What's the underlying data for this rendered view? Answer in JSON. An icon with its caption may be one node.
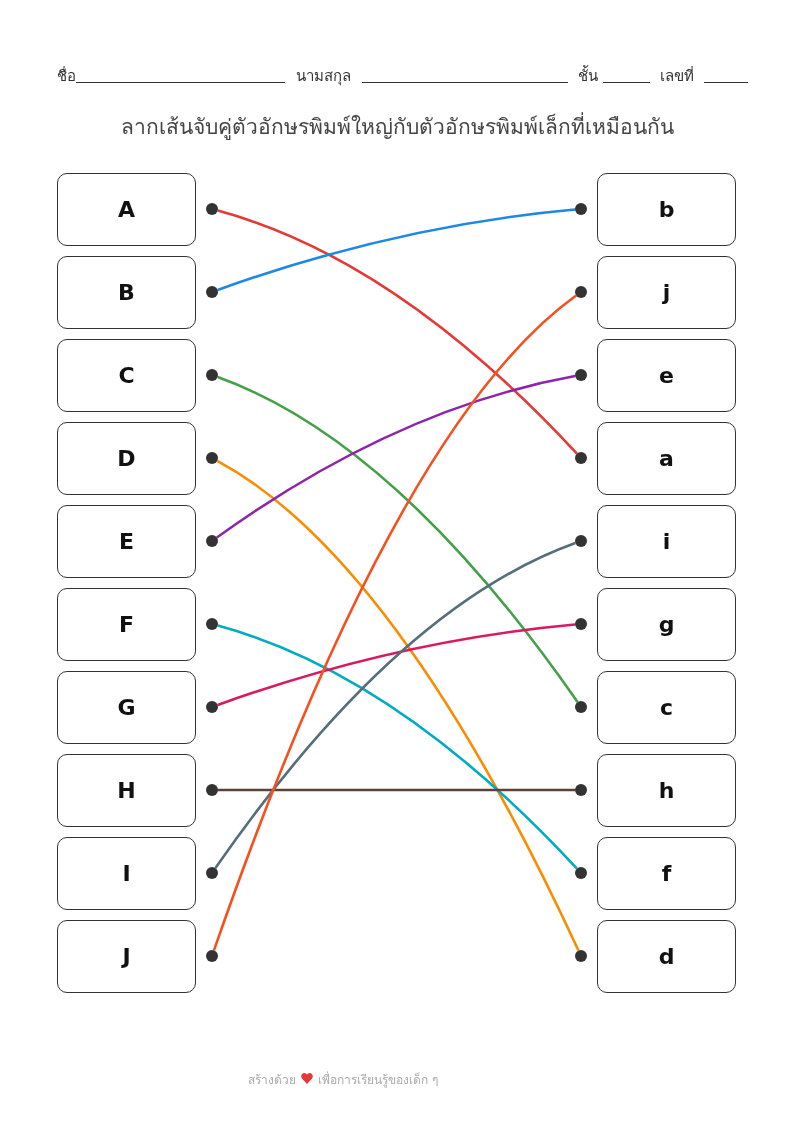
{
  "diagram": {
    "title": "ลากเส้นจับคู่ตัวอักษรพิมพ์ใหญ่กับตัวอักษรพิมพ์เล็กที่เหมือนกัน",
    "nodes": [
      {
        "text": [
          "A"
        ]
      },
      {
        "text": [],
        "shape": "circle"
      },
      {
        "text": [],
        "shape": "circle"
      },
      {
        "text": [
          "b"
        ]
      },
      {
        "text": [
          "B"
        ]
      },
      {
        "text": [],
        "shape": "circle"
      },
      {
        "text": [],
        "shape": "circle"
      },
      {
        "text": [
          "j"
        ]
      },
      {
        "text": [
          "C"
        ]
      },
      {
        "text": [],
        "shape": "circle"
      },
      {
        "text": [],
        "shape": "circle"
      },
      {
        "text": [
          "e"
        ]
      },
      {
        "text": [
          "D"
        ]
      },
      {
        "text": [],
        "shape": "circle"
      },
      {
        "text": [],
        "shape": "circle"
      },
      {
        "text": [
          "a"
        ]
      },
      {
        "text": [
          "E"
        ]
      },
      {
        "text": [],
        "shape": "circle"
      },
      {
        "text": [],
        "shape": "circle"
      },
      {
        "text": [
          "i"
        ]
      },
      {
        "text": [
          "F"
        ]
      },
      {
        "text": [],
        "shape": "circle"
      },
      {
        "text": [],
        "shape": "circle"
      },
      {
        "text": [
          "g"
        ]
      },
      {
        "text": [
          "G"
        ]
      },
      {
        "text": [],
        "shape": "circle"
      },
      {
        "text": [],
        "shape": "circle"
      },
      {
        "text": [
          "c"
        ]
      },
      {
        "text": [
          "H"
        ]
      },
      {
        "text": [],
        "shape": "circle"
      },
      {
        "text": [],
        "shape": "circle"
      },
      {
        "text": [
          "h"
        ]
      },
      {
        "text": [
          "I"
        ]
      },
      {
        "text": [],
        "shape": "circle"
      },
      {
        "text": [],
        "shape": "circle"
      },
      {
        "text": [
          "f"
        ]
      },
      {
        "text": [
          "J"
        ]
      },
      {
        "text": [],
        "shape": "circle"
      },
      {
        "text": [],
        "shape": "circle"
      },
      {
        "text": [
          "d"
        ]
      }
    ],
    "edges": [
      {
        "from": 1,
        "to": 14,
        "arrow": "none",
        "color": "#e53935"
      },
      {
        "from": 5,
        "to": 2,
        "arrow": "none",
        "color": "#1e88e5"
      },
      {
        "from": 9,
        "to": 26,
        "arrow": "none",
        "color": "#43a047"
      },
      {
        "from": 13,
        "to": 38,
        "arrow": "none",
        "color": "#fb8c00"
      },
      {
        "from": 17,
        "to": 10,
        "arrow": "none",
        "color": "#8e24aa"
      },
      {
        "from": 21,
        "to": 34,
        "arrow": "none",
        "color": "#00acc1"
      },
      {
        "from": 25,
        "to": 22,
        "arrow": "none",
        "color": "#d81b60"
      },
      {
        "from": 29,
        "to": 30,
        "arrow": "none",
        "color": "#5d4037"
      },
      {
        "from": 33,
        "to": 18,
        "arrow": "none",
        "color": "#546e7a"
      },
      {
        "from": 37,
        "to": 6,
        "arrow": "none",
        "color": "#f4511e"
      }
    ],
    "labels": [
      "ชื่อ",
      "นามสกุล",
      "ชั้น",
      "เลขที่",
      "สร้างด้วย",
      "เพื่อการเรียนรู้ของเด็ก ๆ"
    ]
  }
}
